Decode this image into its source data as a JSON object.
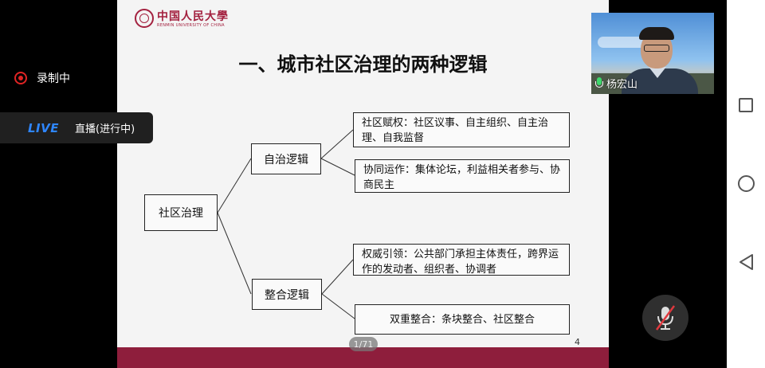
{
  "status": {
    "recording_label": "录制中",
    "live_badge": "LIVE",
    "live_label": "直播(进行中)"
  },
  "slide": {
    "logo_cn": "中国人民大學",
    "logo_en": "RENMIN UNIVERSITY OF CHINA",
    "title": "一、城市社区治理的两种逻辑",
    "root": "社区治理",
    "branches": [
      {
        "label": "自治逻辑",
        "leaves": [
          "社区赋权：社区议事、自主组织、自主治理、自我监督",
          "协同运作：集体论坛，利益相关者参与、协商民主"
        ]
      },
      {
        "label": "整合逻辑",
        "leaves": [
          "权威引领：公共部门承担主体责任，跨界运作的发动者、组织者、协调者",
          "双重整合：条块整合、社区整合"
        ]
      }
    ],
    "page_number": "4"
  },
  "viewer": {
    "page_indicator": "1/71"
  },
  "video": {
    "speaker_name": "杨宏山"
  },
  "colors": {
    "brand": "#a3213f",
    "footer_band": "#8e1e3c",
    "live_blue": "#2e86ff",
    "record_red": "#e02424",
    "mic_on_green": "#3dd86b",
    "mic_off_red": "#e0383e"
  }
}
